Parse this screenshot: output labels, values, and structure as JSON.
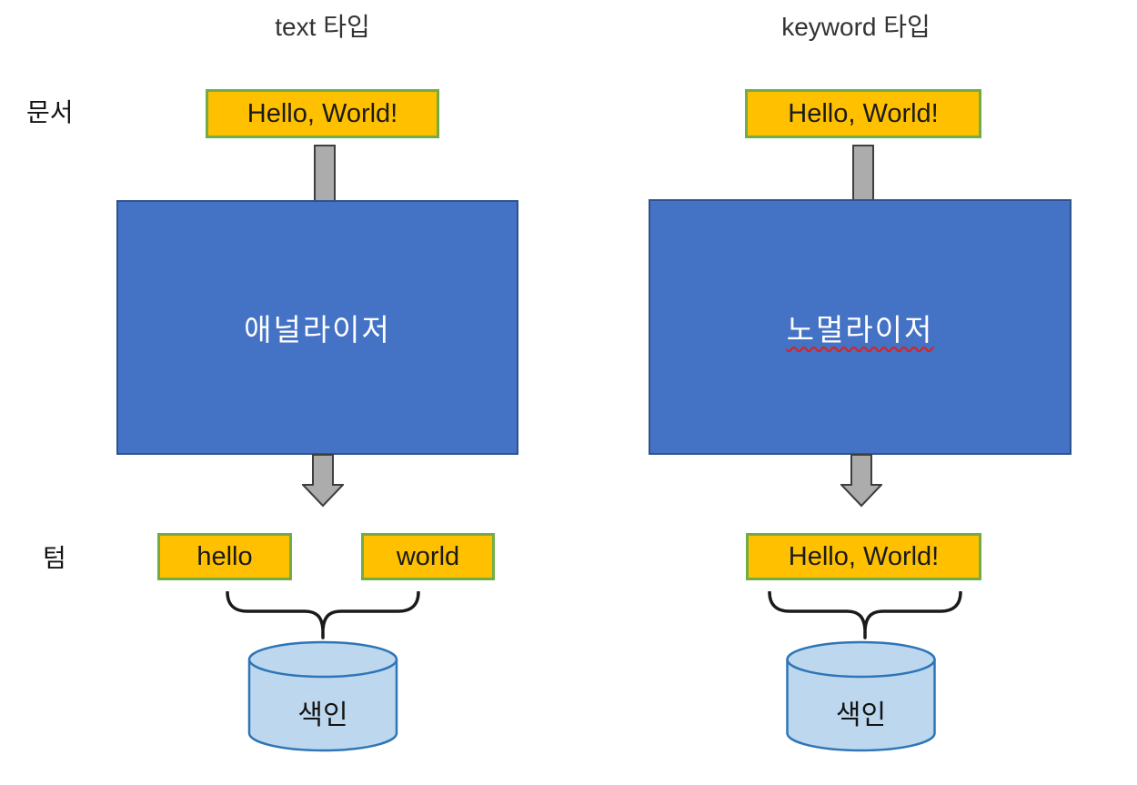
{
  "rows": {
    "document": "문서",
    "term": "텀"
  },
  "columns": {
    "left": {
      "title": "text 타입",
      "document": "Hello, World!",
      "processor": "애널라이저",
      "terms": [
        "hello",
        "world"
      ],
      "index": "색인"
    },
    "right": {
      "title": "keyword 타입",
      "document": "Hello, World!",
      "processor": "노멀라이저",
      "terms": [
        "Hello, World!"
      ],
      "index": "색인"
    }
  },
  "colors": {
    "term_box_fill": "#FFC000",
    "term_box_border": "#70AD47",
    "processor_fill": "#4472C4",
    "processor_border": "#2F528F",
    "processor_text": "#FFFFFF",
    "arrow_fill": "#ACACAC",
    "arrow_border": "#3E3E3E",
    "cylinder_fill": "#BDD7EE",
    "cylinder_border": "#2E75B6",
    "brace_stroke": "#1A1A1A",
    "spellcheck_underline": "#E0201B"
  }
}
